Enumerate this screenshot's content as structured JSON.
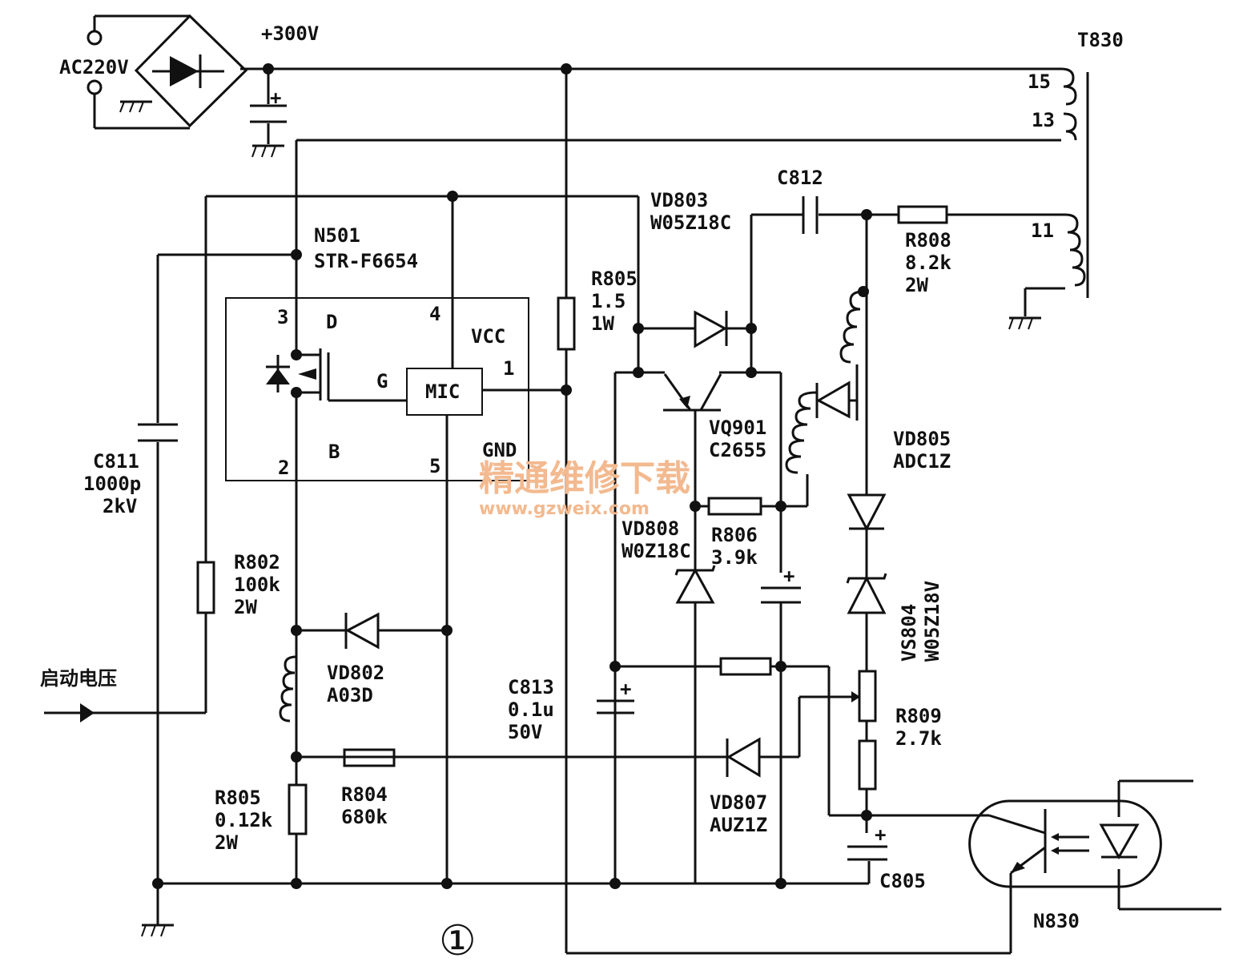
{
  "power": {
    "ac_input": "AC220V",
    "dc_rail": "+300V"
  },
  "transformer": {
    "ref": "T830",
    "pins": [
      "15",
      "13",
      "11"
    ]
  },
  "ic": {
    "ref": "N501",
    "part": "STR-F6654",
    "pin3": "3",
    "pin3_name": "D",
    "pin2": "2",
    "pin2_name": "B",
    "pin4": "4",
    "pin4_name": "VCC",
    "pin5": "5",
    "pin5_name": "GND",
    "pin1": "1",
    "gate": "G",
    "controller": "MIC"
  },
  "components": {
    "vd803": [
      "VD803",
      "W05Z18C"
    ],
    "c812": "C812",
    "r808": [
      "R808",
      "8.2k",
      "2W"
    ],
    "r805_top": [
      "R805",
      "1.5",
      "1W"
    ],
    "vq901": [
      "VQ901",
      "C2655"
    ],
    "vd805": [
      "VD805",
      "ADC1Z"
    ],
    "c811": [
      "C811",
      "1000p",
      "2kV"
    ],
    "r802": [
      "R802",
      "100k",
      "2W"
    ],
    "vd802": [
      "VD802",
      "A03D"
    ],
    "vd808": [
      "VD808",
      "W0Z18C"
    ],
    "r806": [
      "R806",
      "3.9k"
    ],
    "vs804": [
      "VS804",
      "W05Z18V"
    ],
    "c813": [
      "C813",
      "0.1u",
      "50V"
    ],
    "r809": [
      "R809",
      "2.7k"
    ],
    "r805_bottom": [
      "R805",
      "0.12k",
      "2W"
    ],
    "r804": [
      "R804",
      "680k"
    ],
    "vd807": [
      "VD807",
      "AUZ1Z"
    ],
    "c805": "C805",
    "n830": "N830"
  },
  "start_voltage": "启动电压",
  "figure_number": "①",
  "watermark": {
    "title": "精通维修下载",
    "url": "www.gzweix.com"
  }
}
